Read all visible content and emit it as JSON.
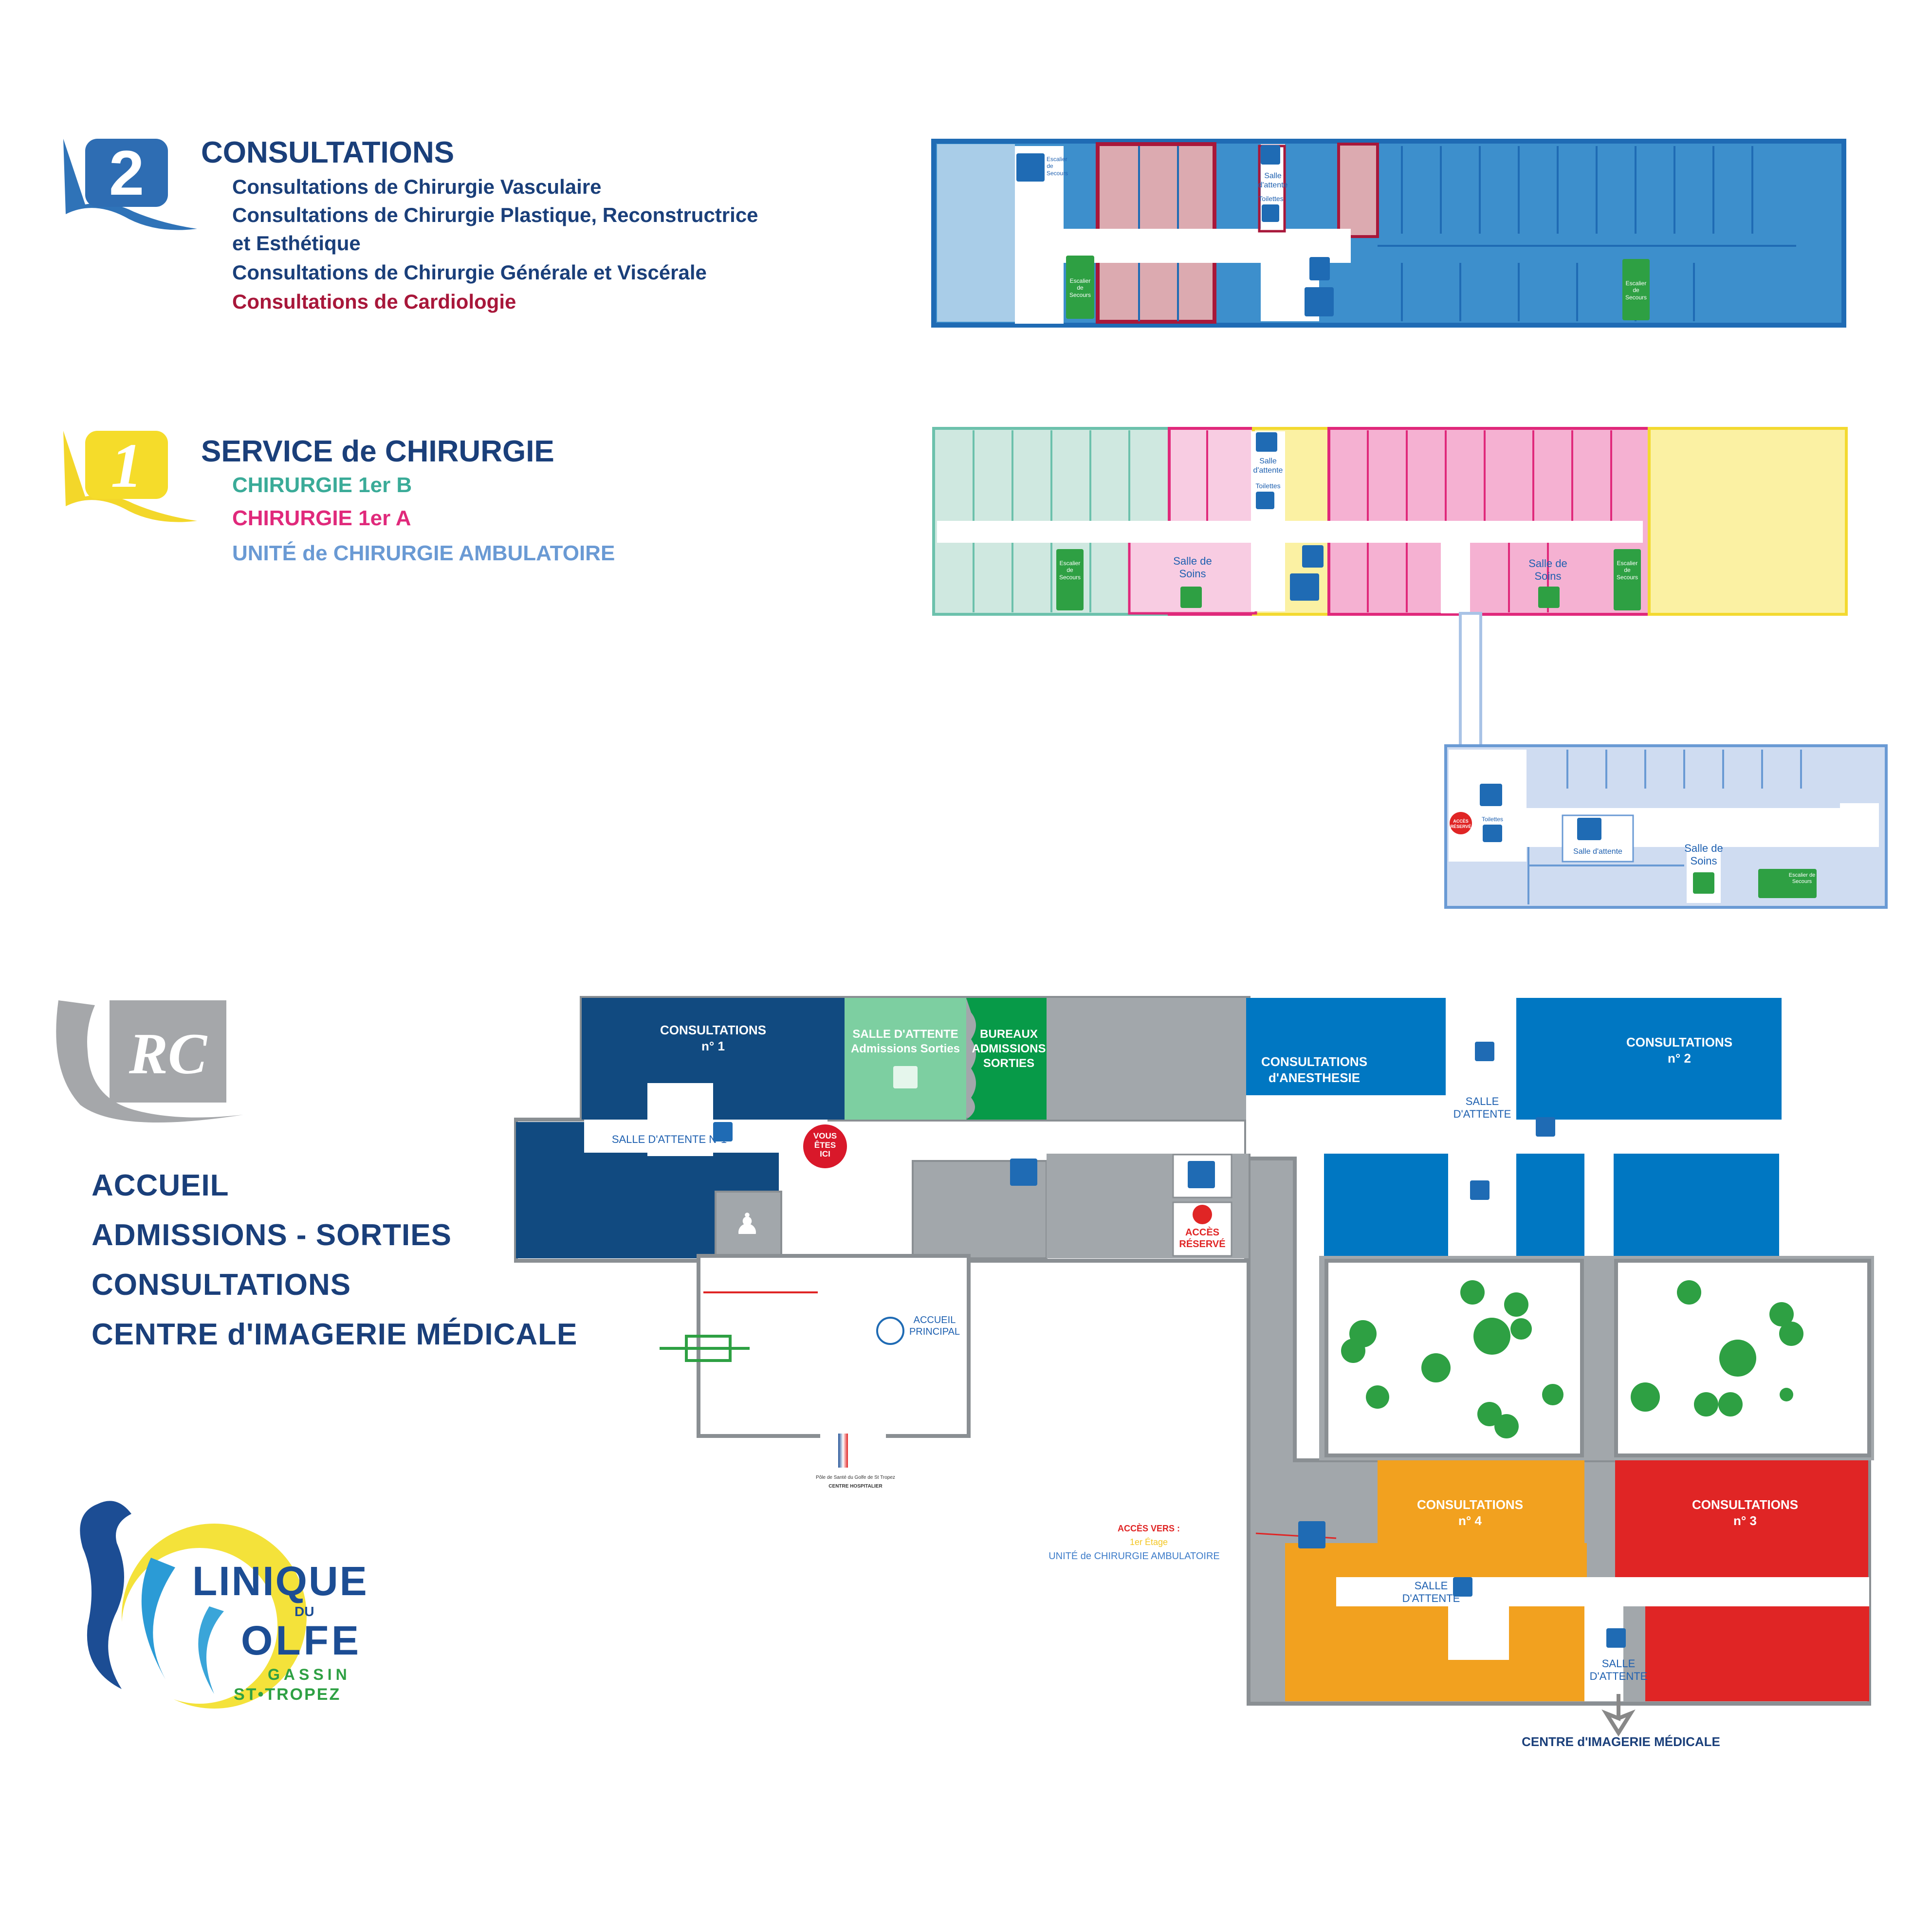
{
  "floor2": {
    "badge": "2",
    "title": "CONSULTATIONS",
    "lines": [
      {
        "text": "Consultations de Chirurgie Vasculaire",
        "color": "#1a3f7a"
      },
      {
        "text": "Consultations de Chirurgie Plastique, Reconstructrice",
        "color": "#1a3f7a"
      },
      {
        "text": "et Esthétique",
        "color": "#1a3f7a"
      },
      {
        "text": "Consultations de Chirurgie Générale et Viscérale",
        "color": "#1a3f7a"
      },
      {
        "text": "Consultations de Cardiologie",
        "color": "#a8173a"
      }
    ],
    "labels": {
      "waiting": "Salle d'attente",
      "toilets": "Toilettes",
      "stairs": "Escalier de Secours",
      "stairs_vertical": "Escalier de Secours"
    }
  },
  "floor1": {
    "badge": "1",
    "title": "SERVICE de CHIRURGIE",
    "lines": [
      {
        "text": "CHIRURGIE 1er B",
        "color": "#3aab98"
      },
      {
        "text": "CHIRURGIE 1er A",
        "color": "#e0297b"
      },
      {
        "text": "UNITÉ de CHIRURGIE AMBULATOIRE",
        "color": "#6a9ad4"
      }
    ],
    "labels": {
      "waiting": "Salle d'attente",
      "toilets": "Toilettes",
      "care_room_1": "Salle de Soins",
      "care_room_2": "Salle de Soins",
      "care_room_3": "Salle de Soins",
      "waiting_amb": "Salle d'attente",
      "toilets_amb": "Toilettes",
      "stairs_1": "Escalier de Secours",
      "stairs_2": "Escalier de Secours",
      "stairs_3": "Escalier de Secours",
      "reserved": "ACCÈS RÉSERVÉ"
    }
  },
  "ground": {
    "badge": "RC",
    "lines": [
      "ACCUEIL",
      "ADMISSIONS - SORTIES",
      "CONSULTATIONS",
      "CENTRE d'IMAGERIE MÉDICALE"
    ],
    "rooms": {
      "consult1": "CONSULTATIONS\nn° 1",
      "waiting_admissions": "SALLE D'ATTENTE\nAdmissions Sorties",
      "bureaux": "BUREAUX\nADMISSIONS\nSORTIES",
      "anesthesie": "CONSULTATIONS\nd'ANESTHESIE",
      "consult2": "CONSULTATIONS\nn° 2",
      "consult3": "CONSULTATIONS\nn° 3",
      "consult4": "CONSULTATIONS\nn° 4",
      "waiting_n1": "SALLE D'ATTENTE N°1",
      "waiting_top": "SALLE D'ATTENTE",
      "waiting_c4": "SALLE\nD'ATTENTE",
      "waiting_c3": "SALLE\nD'ATTENTE",
      "you_are_here": "VOUS\nÊTES\nICI",
      "reserved": "ACCÈS\nRÉSERVÉ",
      "accueil": "ACCUEIL\nPRINCIPAL",
      "access_title": "ACCÈS VERS :",
      "access_floor": "1er Étage",
      "access_unit": "UNITÉ de CHIRURGIE AMBULATOIRE",
      "imaging": "CENTRE d'IMAGERIE MÉDICALE",
      "sign_line1": "Pôle de Santé du Golfe de St Tropez",
      "sign_line2": "CENTRE HOSPITALIER"
    }
  },
  "logo": {
    "line1": "LINIQUE",
    "du": "DU",
    "line2": "OLFE",
    "gassin": "GASSIN",
    "sttropez": "ST•TROPEZ"
  },
  "colors": {
    "navy": "#1a3f7a",
    "blue2": "#3d8fcc",
    "blue2_light": "#a9cde8",
    "cardio": "#dcaab0",
    "cardio_edge": "#a8173a",
    "teal_light": "#cfe8e0",
    "teal_edge": "#6cc1ac",
    "pink": "#f5b1d2",
    "pink_light": "#f8cce2",
    "pink_edge": "#e0297b",
    "yellow": "#fbf1a3",
    "yellow_edge": "#f3d930",
    "lavender": "#cfdcf1",
    "lavender_edge": "#6a9ad4",
    "rc_navy": "#114a80",
    "rc_green_light": "#7dcfa1",
    "rc_green": "#079a48",
    "rc_grey": "#a2a7ab",
    "rc_blue": "#0077c2",
    "rc_orange": "#f2a11f",
    "rc_red": "#e02525",
    "emergency_green": "#2ea043"
  }
}
